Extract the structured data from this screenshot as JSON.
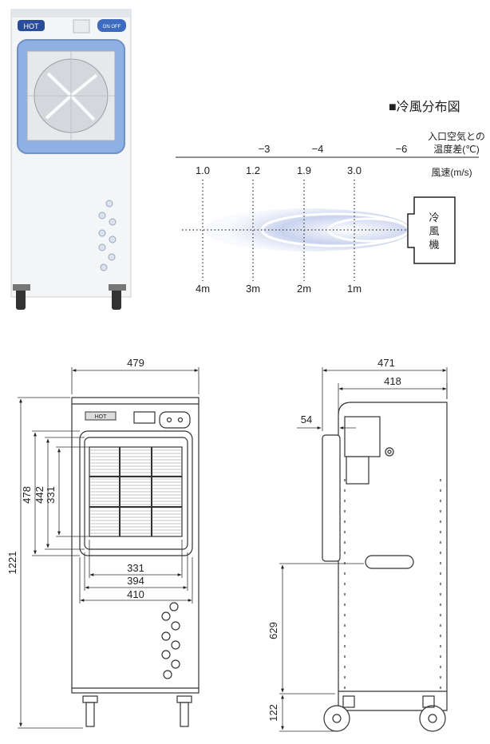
{
  "photo": {
    "brand_badge": "HOT",
    "panel_badge": "ON OFF"
  },
  "distribution": {
    "title": "■冷風分布図",
    "temp_header_line1": "入口空気との",
    "temp_header_line2": "温度差(℃)",
    "temp_diffs": [
      "−3",
      "−4",
      "−6"
    ],
    "speed_header": "風速(m/s)",
    "speeds": [
      "1.0",
      "1.2",
      "1.9",
      "3.0"
    ],
    "distances": [
      "4m",
      "3m",
      "2m",
      "1m"
    ],
    "unit_label_chars": [
      "冷",
      "風",
      "機"
    ]
  },
  "front_view": {
    "width_top": "479",
    "height_total": "1221",
    "grille_outer_h": "478",
    "grille_mid_h": "442",
    "grille_inner_h": "331",
    "grille_inner_w": "331",
    "grille_mid_w": "394",
    "grille_outer_w": "410",
    "nameplate": "HOT"
  },
  "side_view": {
    "width_total": "471",
    "width_body": "418",
    "offset_top": "54",
    "height_mid": "629",
    "height_bottom": "122"
  }
}
